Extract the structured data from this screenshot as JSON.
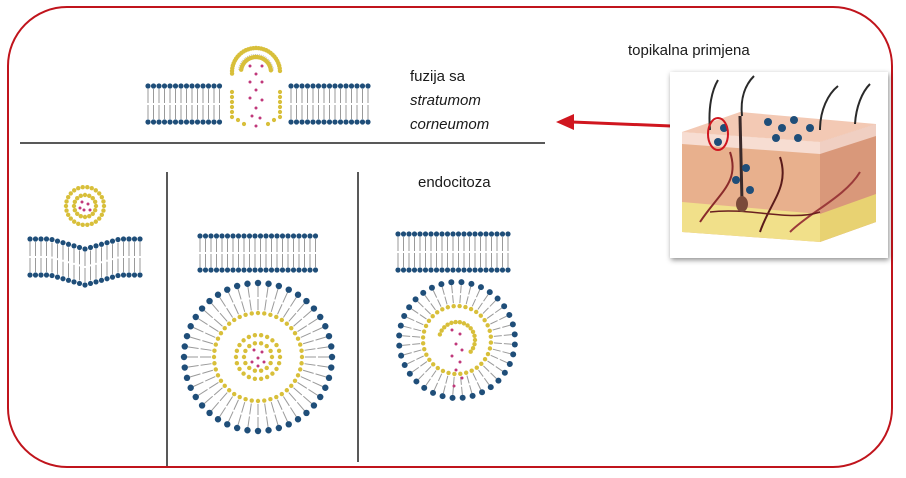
{
  "labels": {
    "topical": "topikalna primjena",
    "fusion_line1": "fuzija sa",
    "fusion_line2": "stratumom",
    "fusion_line3": "corneumom",
    "endocytosis": "endocitoza"
  },
  "colors": {
    "frame": "#c0141c",
    "arrow": "#d0161f",
    "lipid_head": "#1f4e79",
    "lipid_tail": "#9a9a9a",
    "inner_head": "#d8bf3a",
    "drug": "#c0387a",
    "skin_top": "#f3c9b4",
    "skin_side": "#e8b08d",
    "fat": "#f1e08a"
  },
  "icons": {
    "arrow": "arrow-left-icon",
    "skin": "skin-cross-section-icon"
  }
}
